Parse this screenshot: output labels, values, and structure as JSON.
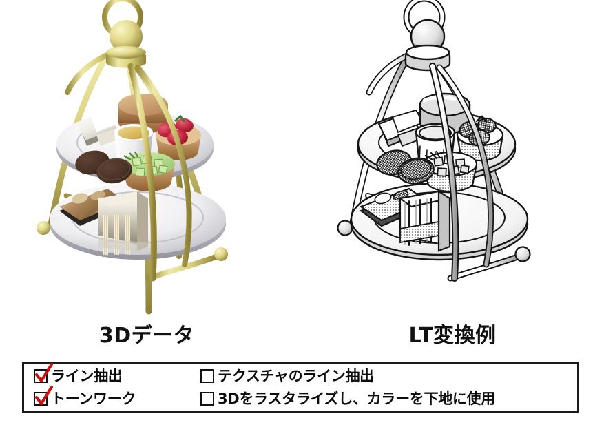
{
  "figure": {
    "background_color": "#ffffff",
    "panels": [
      {
        "id": "source-3d",
        "caption": "3Dデータ",
        "style": "shaded color 3D render",
        "subject": "two-tier afternoon tea stand with pastries",
        "frame_color": "#d9d083",
        "plate_color": "#e9e9ea",
        "items_top_tier": [
          "scone",
          "sandwiches",
          "custard ramekin",
          "strawberry tart",
          "pistachio cube tart",
          "chocolate cookies"
        ],
        "items_bottom_tier": [
          "apple tart",
          "layered cake slices"
        ]
      },
      {
        "id": "lt-converted",
        "caption": "LT変換例",
        "style": "black and white line art with screentone",
        "subject": "two-tier afternoon tea stand with pastries",
        "frame_color": "#ffffff",
        "line_color": "#111111",
        "items_top_tier": [
          "scone",
          "sandwiches",
          "custard ramekin",
          "strawberry tart",
          "pistachio cube tart",
          "chocolate cookies"
        ],
        "items_bottom_tier": [
          "apple tart",
          "layered cake slices"
        ]
      }
    ]
  },
  "legend": {
    "border_color": "#1a1a1a",
    "check_color": "#cc1111",
    "columns": [
      {
        "options": [
          {
            "label": "ライン抽出",
            "checked": true
          },
          {
            "label": "トーンワーク",
            "checked": true
          }
        ]
      },
      {
        "options": [
          {
            "label": "テクスチャのライン抽出",
            "checked": false
          },
          {
            "label": "3Dをラスタライズし、カラーを下地に使用",
            "checked": false
          }
        ]
      }
    ]
  }
}
